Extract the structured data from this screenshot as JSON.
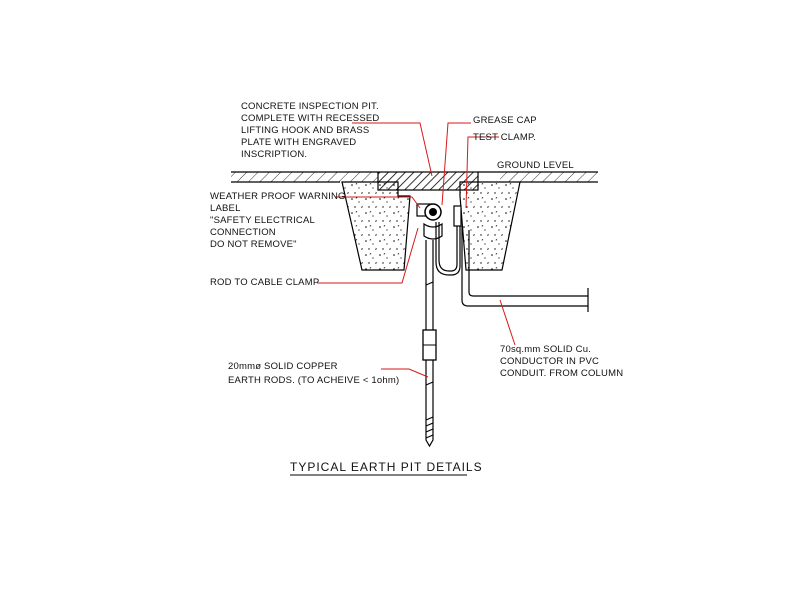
{
  "title": "TYPICAL EARTH PIT DETAILS",
  "labels": {
    "inspection_pit": [
      "CONCRETE INSPECTION PIT.",
      "COMPLETE WITH RECESSED",
      "LIFTING HOOK AND BRASS",
      "PLATE WITH ENGRAVED",
      "INSCRIPTION."
    ],
    "grease_cap": "GREASE CAP",
    "test_clamp": "TEST CLAMP.",
    "ground_level": "GROUND LEVEL",
    "warning_label": [
      "WEATHER PROOF WARNING",
      "LABEL",
      "\"SAFETY ELECTRICAL",
      "CONNECTION",
      "DO NOT REMOVE\""
    ],
    "rod_clamp": "ROD TO CABLE CLAMP",
    "earth_rods": [
      "20mmø SOLID COPPER",
      "EARTH RODS. (TO ACHEIVE < 1ohm)"
    ],
    "conductor": [
      "70sq.mm SOLID Cu.",
      "CONDUCTOR IN PVC",
      "CONDUIT. FROM COLUMN"
    ]
  },
  "colors": {
    "leader": "#d61a1a",
    "line": "#000000"
  }
}
